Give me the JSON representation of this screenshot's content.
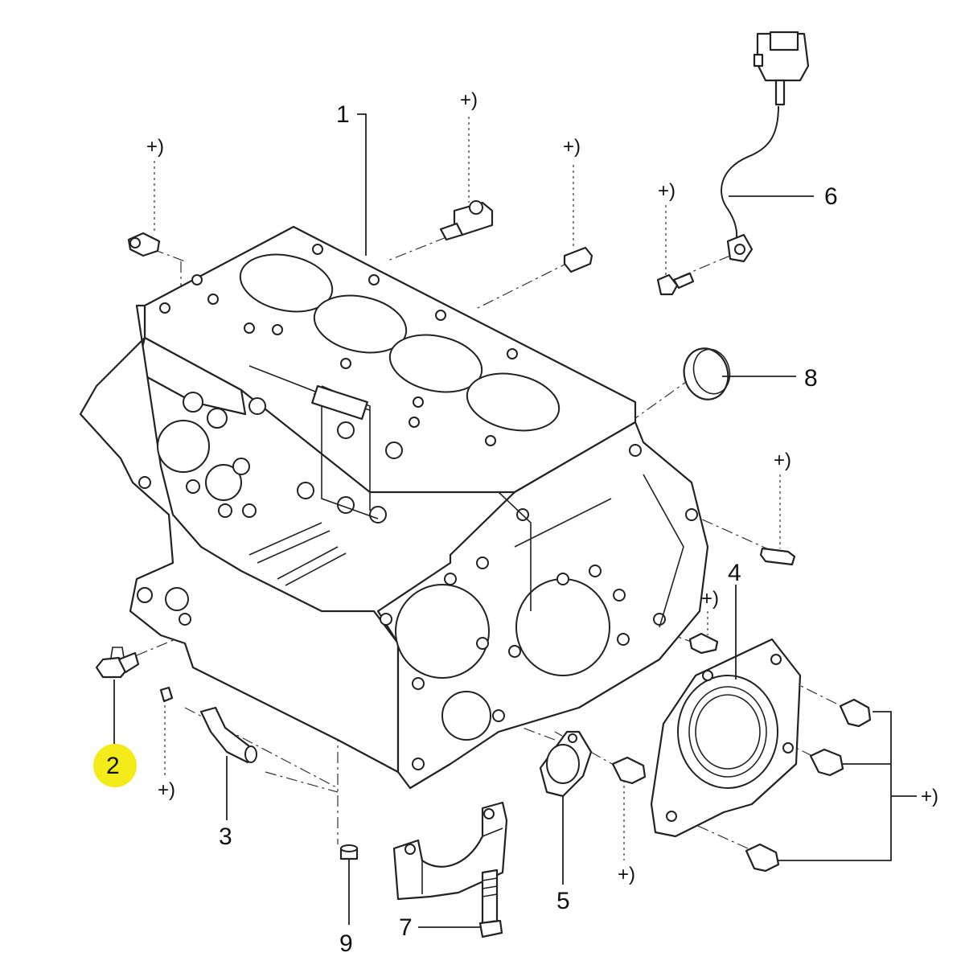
{
  "labels": {
    "l1": "1",
    "l2": "2",
    "l3": "3",
    "l4": "4",
    "l5": "5",
    "l6": "6",
    "l7": "7",
    "l8": "8",
    "l9": "9"
  },
  "notes": {
    "plus": "+)"
  },
  "highlight_color": "#f4ec1a"
}
